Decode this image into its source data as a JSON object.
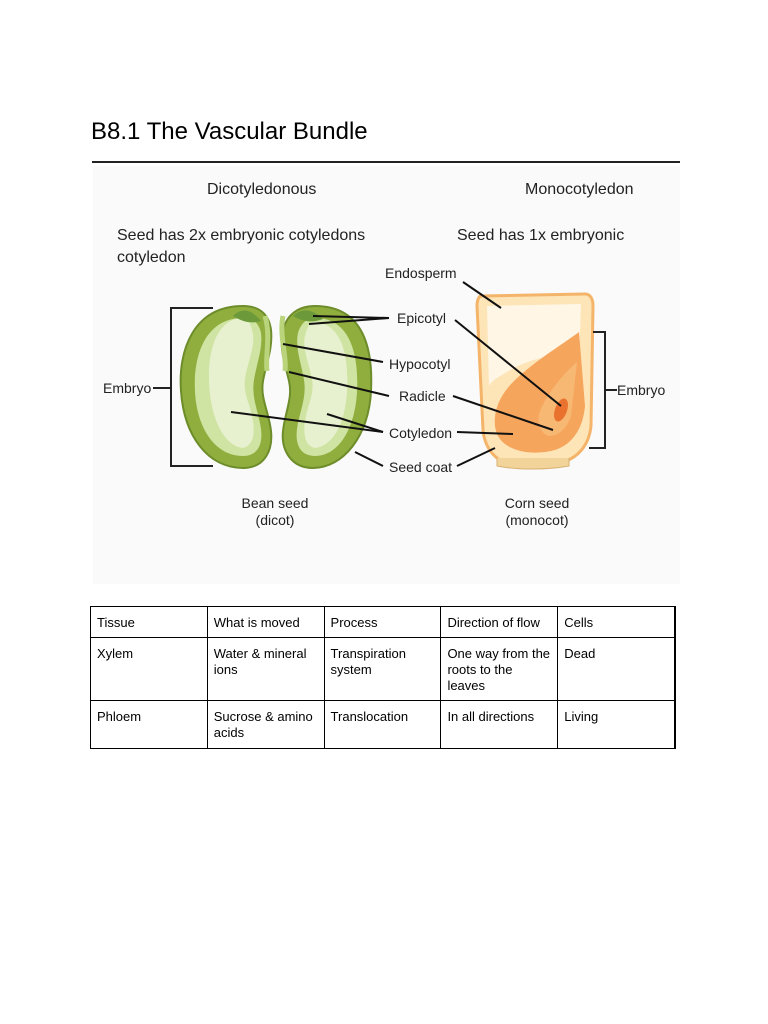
{
  "document": {
    "title": "B8.1 The Vascular Bundle"
  },
  "figure": {
    "dicot_heading": "Dicotyledonous",
    "mono_heading": "Monocotyledon",
    "dicot_desc_line1": "Seed has 2x embryonic cotyledons",
    "dicot_desc_line2": "cotyledon",
    "mono_desc": "Seed has 1x embryonic",
    "labels": {
      "endosperm": "Endosperm",
      "epicotyl": "Epicotyl",
      "hypocotyl": "Hypocotyl",
      "radicle": "Radicle",
      "cotyledon": "Cotyledon",
      "seed_coat": "Seed coat",
      "embryo_left": "Embryo",
      "embryo_right": "Embryo"
    },
    "bean_caption_line1": "Bean seed",
    "bean_caption_line2": "(dicot)",
    "corn_caption_line1": "Corn seed",
    "corn_caption_line2": "(monocot)"
  },
  "table": {
    "headers": [
      "Tissue",
      "What is moved",
      "Process",
      "Direction of flow",
      "Cells"
    ],
    "rows": [
      [
        "Xylem",
        "Water & mineral ions",
        "Transpiration system",
        "One way from the roots to the leaves",
        "Dead"
      ],
      [
        "Phloem",
        "Sucrose & amino acids",
        "Translocation",
        "In all directions",
        "Living"
      ]
    ]
  }
}
